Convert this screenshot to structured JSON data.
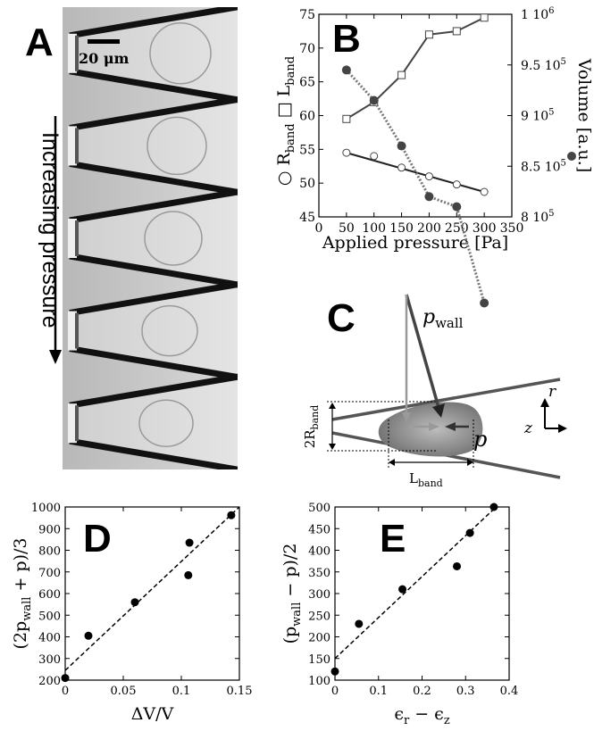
{
  "panels": {
    "a": {
      "letter": "A",
      "scale_bar_label": "20 μm",
      "arrow_label": "Increasing pressure",
      "frame_count": 5
    },
    "b": {
      "letter": "B"
    },
    "c": {
      "letter": "C",
      "labels": {
        "p_wall": "p",
        "p_wall_sub": "wall",
        "p": "p",
        "r": "r",
        "z": "z",
        "two_r": "2R",
        "two_r_sub": "band",
        "l_band": "L",
        "l_band_sub": "band"
      }
    },
    "d": {
      "letter": "D"
    },
    "e": {
      "letter": "E"
    }
  },
  "chart_data": [
    {
      "id": "B",
      "type": "line",
      "x": [
        50,
        100,
        150,
        200,
        250,
        300
      ],
      "xlabel": "Applied pressure [Pa]",
      "xlim": [
        0,
        350
      ],
      "xticks": [
        0,
        50,
        100,
        150,
        200,
        250,
        300,
        350
      ],
      "ylim_left": [
        45,
        75
      ],
      "yticks_left": [
        45,
        50,
        55,
        60,
        65,
        70,
        75
      ],
      "ylabel_left": "○ R_band □ L_band",
      "ylabel_left_parts": [
        "○ R",
        "band",
        " □ L",
        "band"
      ],
      "ylabel_right": "Volume [a.u.] ●",
      "ylabel_right_parts": [
        "Volume [a.u.]"
      ],
      "ylim_right": [
        800000,
        1000000
      ],
      "yticks_right": [
        800000,
        850000,
        900000,
        950000,
        1000000
      ],
      "yticks_right_labels": [
        "8 10",
        "8.5 10",
        "9 10",
        "9.5 10",
        "1 10"
      ],
      "yticks_right_exp": [
        "5",
        "5",
        "5",
        "5",
        "6"
      ],
      "grid": false,
      "series": [
        {
          "name": "R_band",
          "axis": "left",
          "marker": "open-circle",
          "values": [
            54.5,
            54,
            52.3,
            51,
            49.8,
            48.7
          ],
          "fit": [
            54.5,
            48.7
          ]
        },
        {
          "name": "L_band",
          "axis": "left",
          "marker": "open-square",
          "values": [
            59.5,
            62,
            66,
            72,
            72.5,
            74.5
          ]
        },
        {
          "name": "Volume",
          "axis": "right",
          "marker": "filled-circle",
          "values": [
            945000,
            915000,
            870000,
            820000,
            810000,
            715000
          ]
        }
      ]
    },
    {
      "id": "D",
      "type": "scatter",
      "x": [
        0,
        0.02,
        0.06,
        0.106,
        0.107,
        0.143
      ],
      "y": [
        210,
        405,
        560,
        685,
        835,
        962
      ],
      "fit": {
        "x": [
          0,
          0.15
        ],
        "y": [
          245,
          1000
        ]
      },
      "xlabel": "ΔV/V",
      "ylabel": "(2p_wall + p)/3",
      "xlim": [
        0,
        0.15
      ],
      "xticks": [
        0,
        0.05,
        0.1,
        0.15
      ],
      "xtick_labels": [
        "0",
        "0.05",
        "0.1",
        "0.15"
      ],
      "ylim": [
        200,
        1000
      ],
      "yticks": [
        200,
        300,
        400,
        500,
        600,
        700,
        800,
        900,
        1000
      ],
      "grid": false
    },
    {
      "id": "E",
      "type": "scatter",
      "x": [
        0,
        0.055,
        0.155,
        0.28,
        0.31,
        0.365
      ],
      "y": [
        120,
        230,
        310,
        363,
        440,
        500
      ],
      "fit": {
        "x": [
          0,
          0.37
        ],
        "y": [
          150,
          500
        ]
      },
      "xlabel": "ϵ_r − ϵ_z",
      "ylabel": "(p_wall − p)/2",
      "xlim": [
        0,
        0.4
      ],
      "xticks": [
        0,
        0.1,
        0.2,
        0.3,
        0.4
      ],
      "xtick_labels": [
        "0",
        "0.1",
        "0.2",
        "0.3",
        "0.4"
      ],
      "ylim": [
        100,
        500
      ],
      "yticks": [
        100,
        150,
        200,
        250,
        300,
        350,
        400,
        450,
        500
      ],
      "grid": false
    }
  ]
}
